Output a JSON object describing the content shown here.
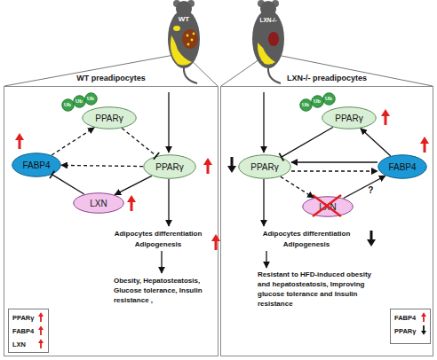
{
  "diagram": {
    "nodes": [
      {
        "text": [
          "WT preadipocytes"
        ]
      },
      {
        "text": [
          "Ub"
        ],
        "in": 0
      },
      {
        "text": [
          "Ub"
        ],
        "in": 0
      },
      {
        "text": [
          "Ub"
        ],
        "in": 0
      },
      {
        "text": [
          "PPARγ"
        ],
        "in": 0
      },
      {
        "text": [
          "FABP4"
        ],
        "in": 0
      },
      {
        "text": [
          "PPARγ"
        ],
        "in": 0
      },
      {
        "text": [
          "LXN"
        ],
        "in": 0
      },
      {
        "text": [
          "PPARγ",
          "FABP4",
          "LXN"
        ],
        "in": 0
      },
      {
        "text": [
          "LXN-/- preadipocytes"
        ]
      },
      {
        "text": [
          "Ub"
        ],
        "in": 9
      },
      {
        "text": [
          "Ub"
        ],
        "in": 9
      },
      {
        "text": [
          "Ub"
        ],
        "in": 9
      },
      {
        "text": [
          "PPARγ"
        ],
        "in": 9
      },
      {
        "text": [
          "PPARγ"
        ],
        "in": 9
      },
      {
        "text": [
          "FABP4"
        ],
        "in": 9
      },
      {
        "text": [
          "LXN"
        ],
        "in": 9
      },
      {
        "text": [
          "FABP4",
          "PPARγ"
        ],
        "in": 9
      }
    ],
    "edges": [
      {
        "from": 5,
        "to": 4,
        "arrow": "to"
      },
      {
        "from": 4,
        "to": 6,
        "arrow": "none"
      },
      {
        "from": 6,
        "to": 5,
        "arrow": "to"
      },
      {
        "from": 6,
        "to": 7,
        "arrow": "to"
      },
      {
        "from": 7,
        "to": 5,
        "arrow": "none"
      },
      {
        "from": 13,
        "to": 14,
        "arrow": "none"
      },
      {
        "from": 15,
        "to": 14,
        "arrow": "to"
      },
      {
        "from": 14,
        "to": 15,
        "arrow": "to"
      },
      {
        "from": 15,
        "to": 13,
        "arrow": "to"
      },
      {
        "from": 14,
        "to": 16,
        "arrow": "to"
      },
      {
        "from": 16,
        "to": 15,
        "label": "?",
        "arrow": "to"
      }
    ],
    "labels": [
      "WT",
      "LXN-/-",
      "Adipocytes differentiation",
      "Adipogenesis",
      "Obesity, Hepatosteatosis, Glucose tolerance, Insulin resistance ,",
      "Adipocytes differentiation",
      "Adipogenesis",
      "Resistant to HFD-induced obesity and hepatosteatosis, Improving glucose tolerance and Insulin resistance"
    ]
  }
}
